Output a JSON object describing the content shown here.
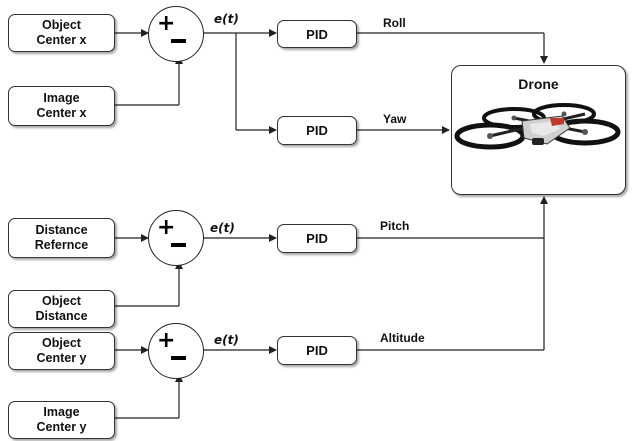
{
  "diagram": {
    "inputs": {
      "object_center_x": [
        "Object",
        "Center x"
      ],
      "image_center_x": [
        "Image",
        "Center x"
      ],
      "distance_reference": [
        "Distance",
        "Refernce"
      ],
      "object_distance": [
        "Object",
        "Distance"
      ],
      "object_center_y": [
        "Object",
        "Center y"
      ],
      "image_center_y": [
        "Image",
        "Center y"
      ]
    },
    "error_label": "e(t)",
    "controller_label": "PID",
    "outputs": {
      "roll": "Roll",
      "yaw": "Yaw",
      "pitch": "Pitch",
      "altitude": "Altitude"
    },
    "plant": {
      "title": "Drone",
      "image_icon": "quadcopter-drone-icon"
    },
    "summing_junction": {
      "plus": "+",
      "minus": "−"
    }
  }
}
